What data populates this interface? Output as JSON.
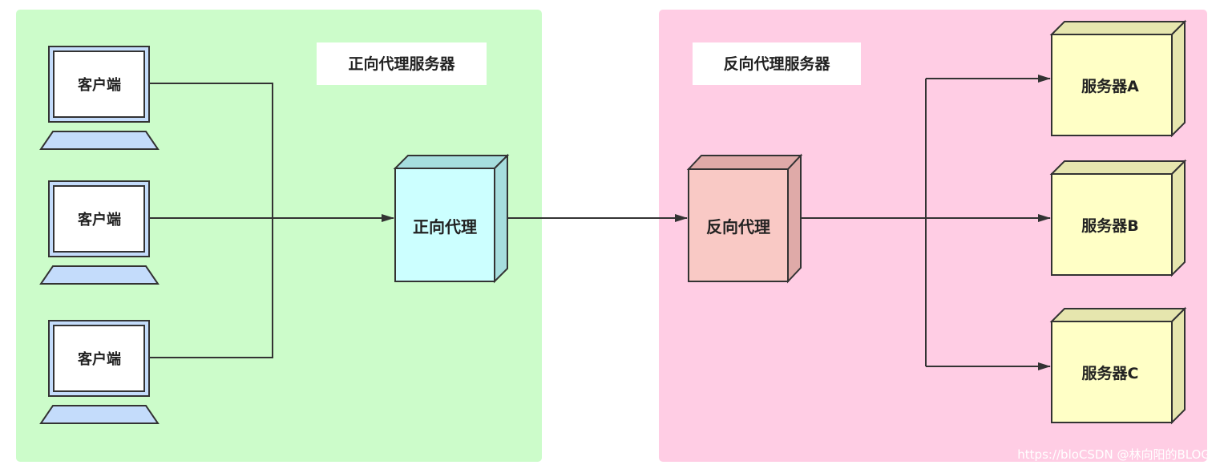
{
  "colors": {
    "forward_region": "#ccfcca",
    "reverse_region": "#ffcde4",
    "title_box": "#ffffff",
    "client_base": "#c4dcfb",
    "client_screen": "#ffffff",
    "forward_proxy_front": "#ccffff",
    "forward_proxy_side": "#a6dede",
    "reverse_proxy_front": "#f9c9c5",
    "reverse_proxy_side": "#dfaaa8",
    "server_front": "#ffffc6",
    "server_side": "#e6e6ae",
    "stroke": "#333333"
  },
  "forward_section": {
    "title": "正向代理服务器",
    "clients": [
      {
        "label": "客户端"
      },
      {
        "label": "客户端"
      },
      {
        "label": "客户端"
      }
    ],
    "proxy": {
      "label": "正向代理"
    }
  },
  "reverse_section": {
    "title": "反向代理服务器",
    "proxy": {
      "label": "反向代理"
    },
    "servers": [
      {
        "label": "服务器A"
      },
      {
        "label": "服务器B"
      },
      {
        "label": "服务器C"
      }
    ]
  },
  "watermark": "https://bloCSDN @林向阳的BLOG"
}
